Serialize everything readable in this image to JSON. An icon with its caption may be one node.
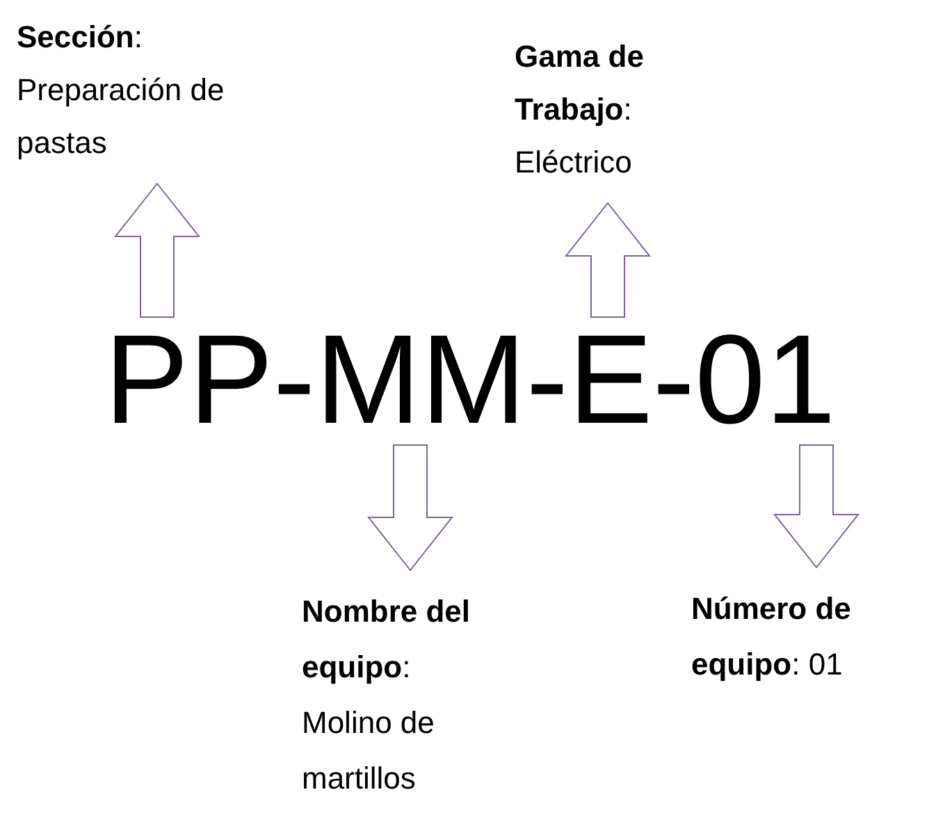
{
  "diagram": {
    "nodes": [
      {
        "text": [
          "PP-MM-E-01"
        ]
      },
      {
        "text": [
          "**Sección**: Preparación de pastas"
        ]
      },
      {
        "text": [
          "**Gama de Trabajo**: Eléctrico"
        ]
      },
      {
        "text": [
          "**Nombre del equipo**: Molino de martillos"
        ]
      },
      {
        "text": [
          "**Número de equipo**: 01"
        ]
      }
    ],
    "edges": [
      {
        "from": 0,
        "to": 1,
        "arrow": "to"
      },
      {
        "from": 0,
        "to": 2,
        "arrow": "to"
      },
      {
        "from": 0,
        "to": 3,
        "arrow": "to"
      },
      {
        "from": 0,
        "to": 4,
        "arrow": "to"
      }
    ]
  }
}
